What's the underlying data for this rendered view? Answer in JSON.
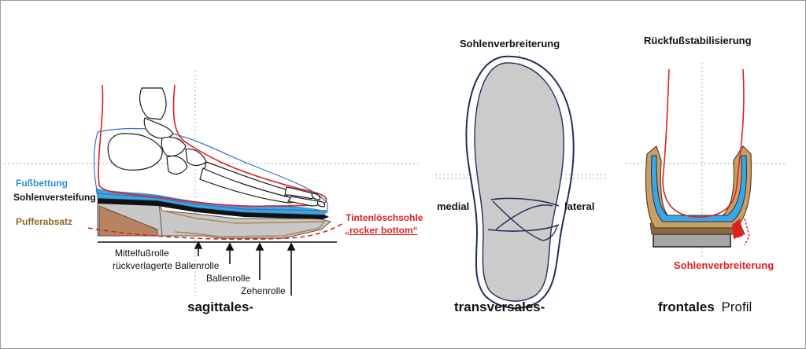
{
  "sagittal": {
    "labels": {
      "fussbettung": "Fußbettung",
      "sohlenversteifung": "Sohlenversteifung",
      "pufferabsatz": "Pufferabsatz",
      "tintenloeschsohle": "Tintenlöschsohle",
      "rocker_bottom": "„rocker bottom“",
      "mittelfussrolle": "Mittelfußrolle",
      "rueckverlagerte_ballenrolle": "rückverlagerte Ballenrolle",
      "ballenrolle": "Ballenrolle",
      "zehenrolle": "Zehenrolle"
    },
    "caption": "sagittales-"
  },
  "transversal": {
    "title": "Sohlenverbreiterung",
    "medial": "medial",
    "lateral": "lateral",
    "caption": "transversales-"
  },
  "frontal": {
    "title": "Rückfußstabilisierung",
    "sohlenverbreiterung": "Sohlenverbreiterung",
    "caption": "frontales",
    "caption_suffix": "Profil"
  },
  "colors": {
    "blue_label": "#2e8fd0",
    "red_label": "#e02020",
    "brown_label": "#8b6a2b",
    "foot_bedding": "#3ba6e0",
    "sole_gray": "#c8c8c8",
    "outline_navy": "#1f2f5c"
  }
}
